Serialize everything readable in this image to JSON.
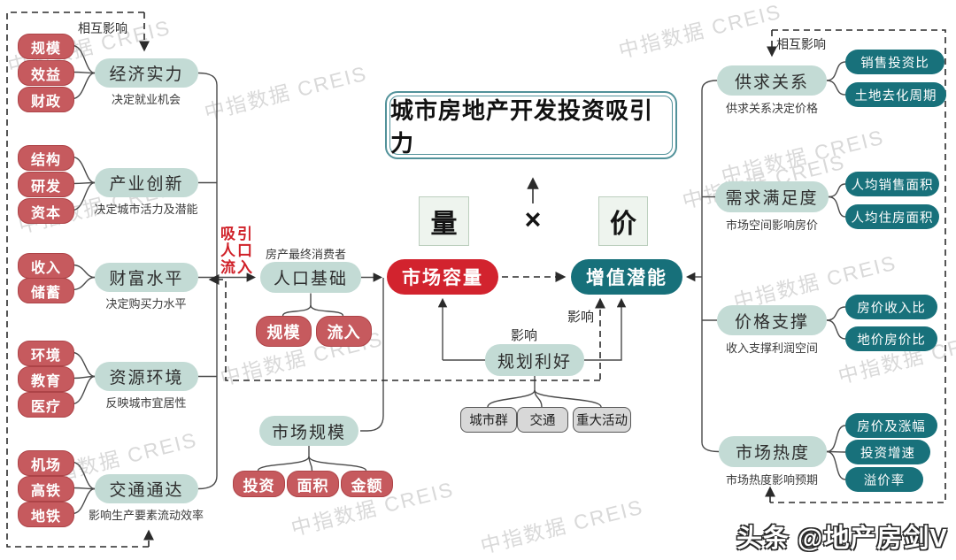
{
  "title": "城市房地产开发投资吸引力",
  "formula": {
    "volume": "量",
    "times": "×",
    "price": "价"
  },
  "labels": {
    "mutual": "相互影响",
    "influence": "影响"
  },
  "colors": {
    "factor_red": "#c65a5e",
    "capacity_red": "#d2232e",
    "teal_light": "#c3dbd5",
    "teal_dark": "#18717b",
    "gray_node": "#d8d8d8",
    "title_border": "#52929a",
    "attract_red": "#d02129",
    "watermark_gray": "#d9d9d9"
  },
  "left_groups": [
    {
      "name": "经济实力",
      "caption": "决定就业机会",
      "factors": [
        "规模",
        "效益",
        "财政"
      ]
    },
    {
      "name": "产业创新",
      "caption": "决定城市活力及潜能",
      "factors": [
        "结构",
        "研发",
        "资本"
      ]
    },
    {
      "name": "财富水平",
      "caption": "决定购买力水平",
      "factors": [
        "收入",
        "储蓄"
      ]
    },
    {
      "name": "资源环境",
      "caption": "反映城市宜居性",
      "factors": [
        "环境",
        "教育",
        "医疗"
      ]
    },
    {
      "name": "交通通达",
      "caption": "影响生产要素流动效率",
      "factors": [
        "机场",
        "高铁",
        "地铁"
      ]
    }
  ],
  "center": {
    "attract": [
      "吸引",
      "人口",
      "流入"
    ],
    "consumer_caption": "房产最终消费者",
    "population": {
      "name": "人口基础",
      "children": [
        "规模",
        "流入"
      ]
    },
    "market_capacity": "市场容量",
    "appreciation": "增值潜能",
    "planning": {
      "name": "规划利好",
      "children": [
        "城市群",
        "交通",
        "重大活动"
      ]
    },
    "market_scale": {
      "name": "市场规模",
      "children": [
        "投资",
        "面积",
        "金额"
      ]
    }
  },
  "right_groups": [
    {
      "name": "供求关系",
      "caption": "供求关系决定价格",
      "leaves": [
        "销售投资比",
        "土地去化周期"
      ]
    },
    {
      "name": "需求满足度",
      "caption": "市场空间影响房价",
      "leaves": [
        "人均销售面积",
        "人均住房面积"
      ]
    },
    {
      "name": "价格支撑",
      "caption": "收入支撑利润空间",
      "leaves": [
        "房价收入比",
        "地价房价比"
      ]
    },
    {
      "name": "市场热度",
      "caption": "市场热度影响预期",
      "leaves": [
        "房价及涨幅",
        "投资增速",
        "溢价率"
      ]
    }
  ],
  "watermark": "中指数据 CREIS",
  "footer": "头条 @地产房剑V"
}
